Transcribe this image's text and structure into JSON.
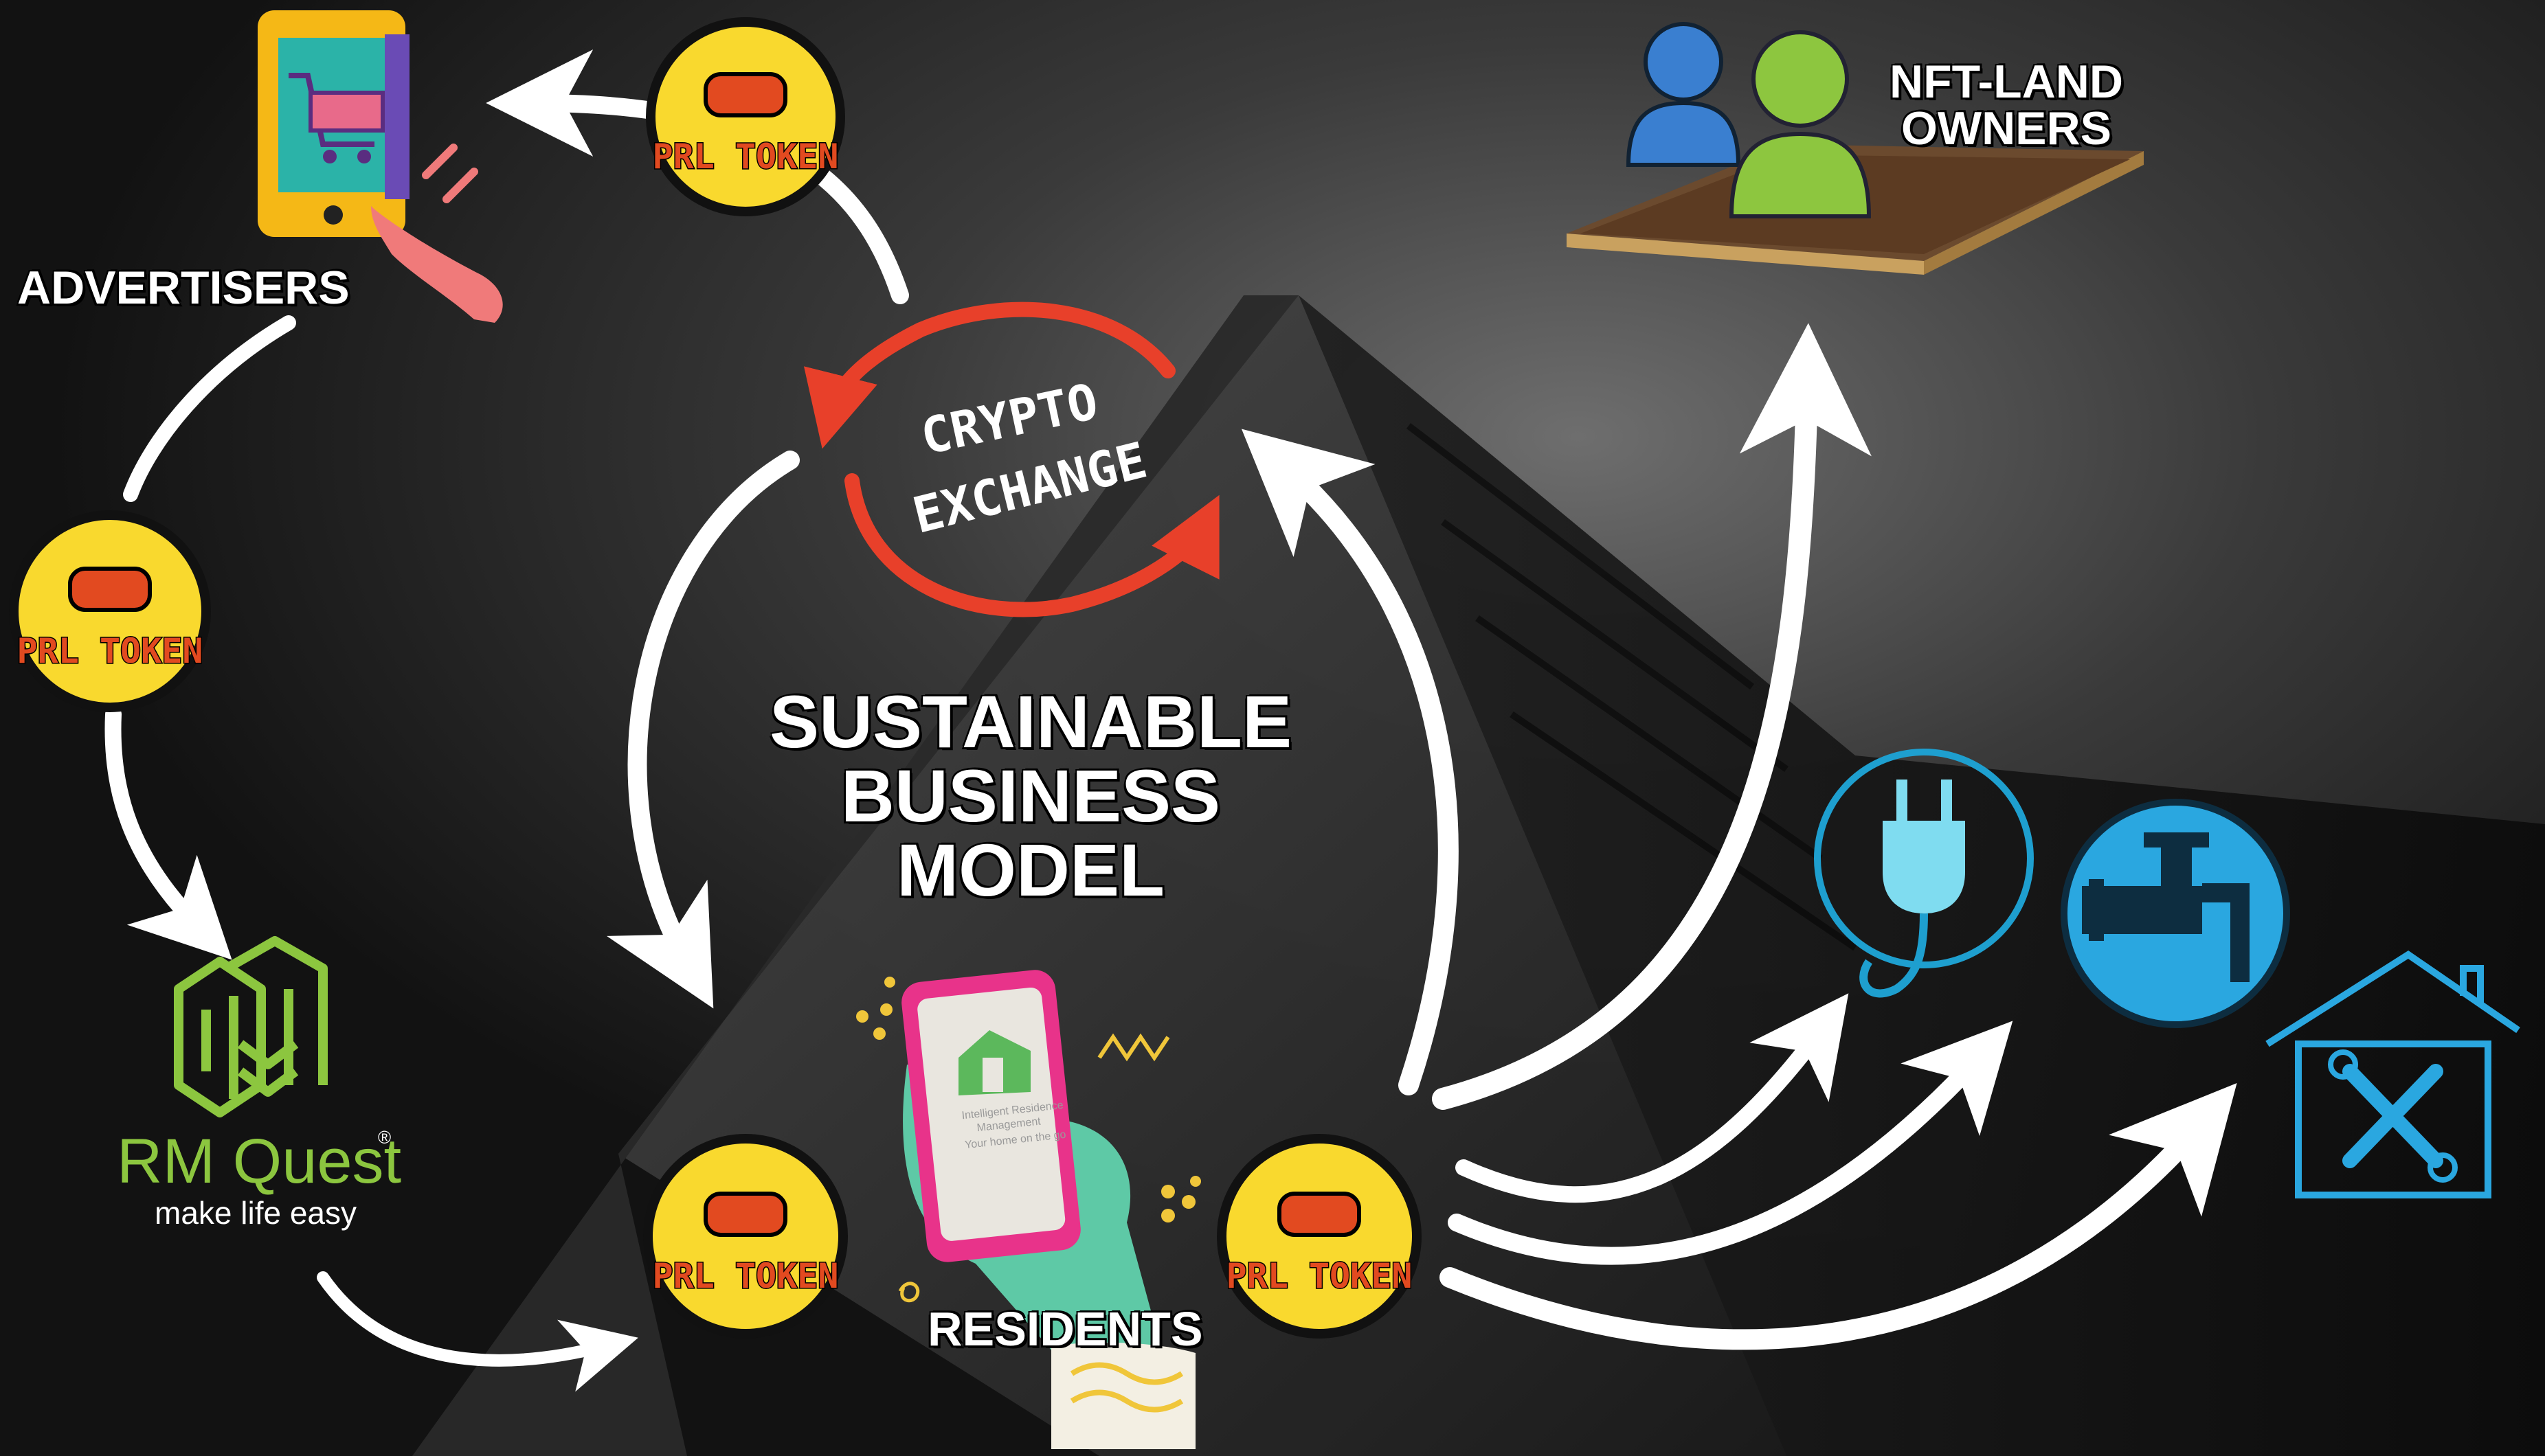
{
  "title": {
    "lines": [
      "SUSTAINABLE",
      "BUSINESS",
      "MODEL"
    ]
  },
  "nodes": {
    "advertisers": {
      "label": "ADVERTISERS"
    },
    "nft_land_owners": {
      "label_lines": [
        "NFT-LAND",
        "OWNERS"
      ]
    },
    "residents": {
      "label": "RESIDENTS"
    },
    "rm_quest": {
      "brand": "RM Quest",
      "registered": "®",
      "tagline": "make life easy"
    },
    "crypto_exchange": {
      "line1": "CRYPTO",
      "line2": "EXCHANGE"
    },
    "phone_app": {
      "line1": "Intelligent Residence",
      "line2": "Management",
      "line3": "Your home on the go"
    }
  },
  "token": {
    "label": "PRL TOKEN"
  },
  "services": {
    "icons": [
      "electricity-plug-icon",
      "water-tap-icon",
      "home-repair-icon"
    ]
  },
  "colors": {
    "background": "#161616",
    "arrow": "#ffffff",
    "token_fill": "#f9d92e",
    "token_text": "#e24a20",
    "exchange_red": "#e8402a",
    "service_blue": "#2aa7e0",
    "service_blue_dark": "#1f8fc2",
    "rm_green": "#8cc63f",
    "phone_pink": "#e8338a",
    "hand_green": "#5ec9a6"
  }
}
